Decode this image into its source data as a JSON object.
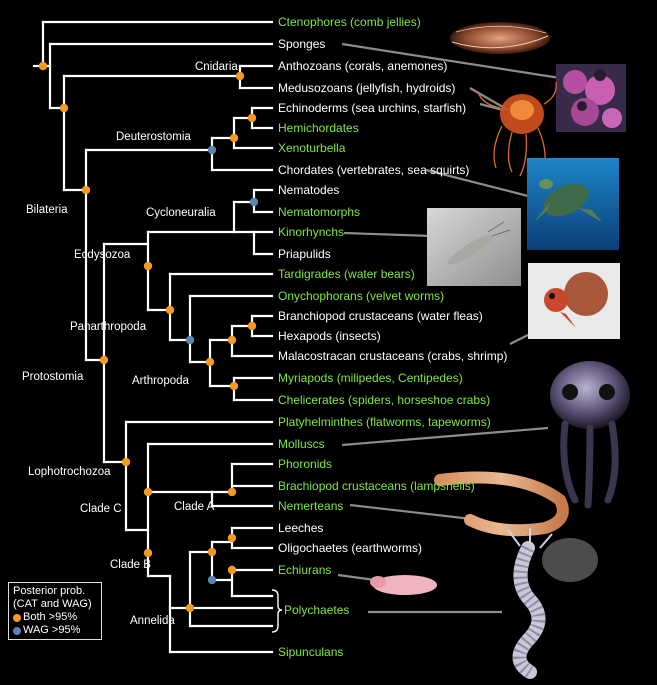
{
  "colors": {
    "green": "#7EE83C",
    "white": "#FFFFFF",
    "tree": "#FFFFFF",
    "orange": "#F29A22",
    "blue": "#5B84B1"
  },
  "taxa": [
    {
      "text": "Ctenophores (comb jellies)",
      "color": "green"
    },
    {
      "text": "Sponges",
      "color": "white"
    },
    {
      "text": "Anthozoans (corals, anemones)",
      "color": "white"
    },
    {
      "text": "Medusozoans (jellyfish, hydroids)",
      "color": "white"
    },
    {
      "text": "Echinoderms (sea urchins, starfish)",
      "color": "white"
    },
    {
      "text": "Hemichordates",
      "color": "green"
    },
    {
      "text": "Xenoturbella",
      "color": "green"
    },
    {
      "text": "Chordates (vertebrates, sea squirts)",
      "color": "white"
    },
    {
      "text": "Nematodes",
      "color": "white"
    },
    {
      "text": "Nematomorphs",
      "color": "green"
    },
    {
      "text": "Kinorhynchs",
      "color": "green"
    },
    {
      "text": "Priapulids",
      "color": "white"
    },
    {
      "text": "Tardigrades (water bears)",
      "color": "green"
    },
    {
      "text": "Onychophorans (velvet worms)",
      "color": "green"
    },
    {
      "text": "Branchiopod crustaceans (water fleas)",
      "color": "white"
    },
    {
      "text": "Hexapods (insects)",
      "color": "white"
    },
    {
      "text": "Malacostracan crustaceans (crabs, shrimp)",
      "color": "white"
    },
    {
      "text": "Myriapods (milipedes, Centipedes)",
      "color": "green"
    },
    {
      "text": "Chelicerates (spiders, horseshoe crabs)",
      "color": "green"
    },
    {
      "text": "Platyhelminthes (flatworms, tapeworms)",
      "color": "green"
    },
    {
      "text": "Molluscs",
      "color": "green"
    },
    {
      "text": "Phoronids",
      "color": "green"
    },
    {
      "text": "Brachiopod crustaceans (lampshells)",
      "color": "green"
    },
    {
      "text": "Nemerteans",
      "color": "green"
    },
    {
      "text": "Leeches",
      "color": "white"
    },
    {
      "text": "Oligochaetes (earthworms)",
      "color": "white"
    },
    {
      "text": "Echiurans",
      "color": "green"
    },
    {
      "text": "Polychaetes",
      "color": "green"
    },
    {
      "text": "Sipunculans",
      "color": "green"
    }
  ],
  "clades": {
    "cnidaria": "Cnidaria",
    "deuterostomia": "Deuterostomia",
    "bilateria": "Bilateria",
    "cycloneuralia": "Cycloneuralia",
    "ecdysozoa": "Ecdysozoa",
    "panarthropoda": "Panarthropoda",
    "protostomia": "Protostomia",
    "arthropoda": "Arthropoda",
    "lophotrochozoa": "Lophotrochozoa",
    "clade_a": "Clade A",
    "clade_c": "Clade C",
    "clade_b": "Clade B",
    "annelida": "Annelida"
  },
  "legend": {
    "title_line1": "Posterior prob.",
    "title_line2": "(CAT and WAG)",
    "both": "Both >95%",
    "wag": "WAG >95%"
  }
}
